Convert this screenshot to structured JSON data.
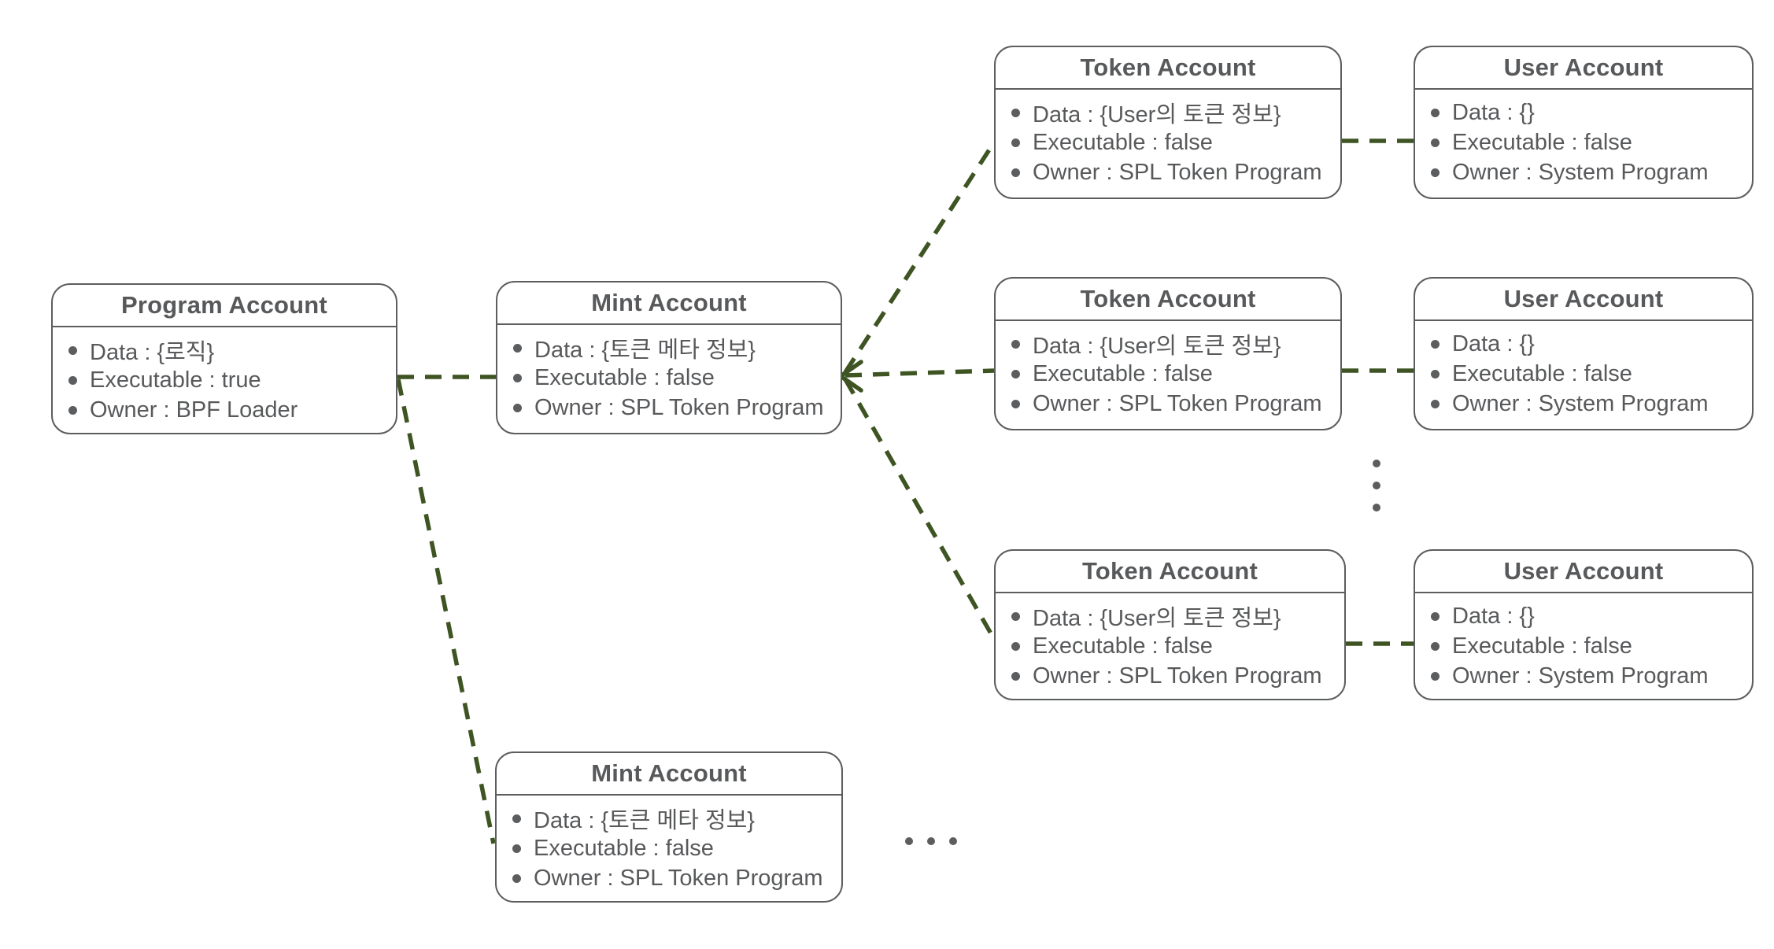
{
  "diagram": {
    "colors": {
      "connector_green": "#3e5423",
      "outline_gray": "#5b5d5e",
      "text_gray": "#58595b"
    },
    "icons": {
      "vertical_ellipsis": "more-token-user-rows",
      "horizontal_ellipsis": "more-mint-accounts"
    },
    "cards": {
      "program": {
        "title": "Program Account",
        "items": [
          "Data : {로직}",
          "Executable : true",
          "Owner : BPF Loader"
        ]
      },
      "mint_main": {
        "title": "Mint Account",
        "items": [
          "Data : {토큰 메타 정보}",
          "Executable : false",
          "Owner : SPL Token Program"
        ]
      },
      "mint_bottom": {
        "title": "Mint Account",
        "items": [
          "Data : {토큰 메타 정보}",
          "Executable : false",
          "Owner : SPL Token Program"
        ]
      },
      "token_1": {
        "title": "Token Account",
        "items": [
          "Data : {User의 토큰 정보}",
          "Executable : false",
          "Owner : SPL Token Program"
        ]
      },
      "token_2": {
        "title": "Token Account",
        "items": [
          "Data : {User의 토큰 정보}",
          "Executable : false",
          "Owner : SPL Token Program"
        ]
      },
      "token_3": {
        "title": "Token Account",
        "items": [
          "Data : {User의 토큰 정보}",
          "Executable : false",
          "Owner : SPL Token Program"
        ]
      },
      "user_1": {
        "title": "User Account",
        "items": [
          "Data : {}",
          "Executable : false",
          "Owner : System Program"
        ]
      },
      "user_2": {
        "title": "User Account",
        "items": [
          "Data : {}",
          "Executable : false",
          "Owner : System Program"
        ]
      },
      "user_3": {
        "title": "User Account",
        "items": [
          "Data : {}",
          "Executable : false",
          "Owner : System Program"
        ]
      }
    }
  }
}
